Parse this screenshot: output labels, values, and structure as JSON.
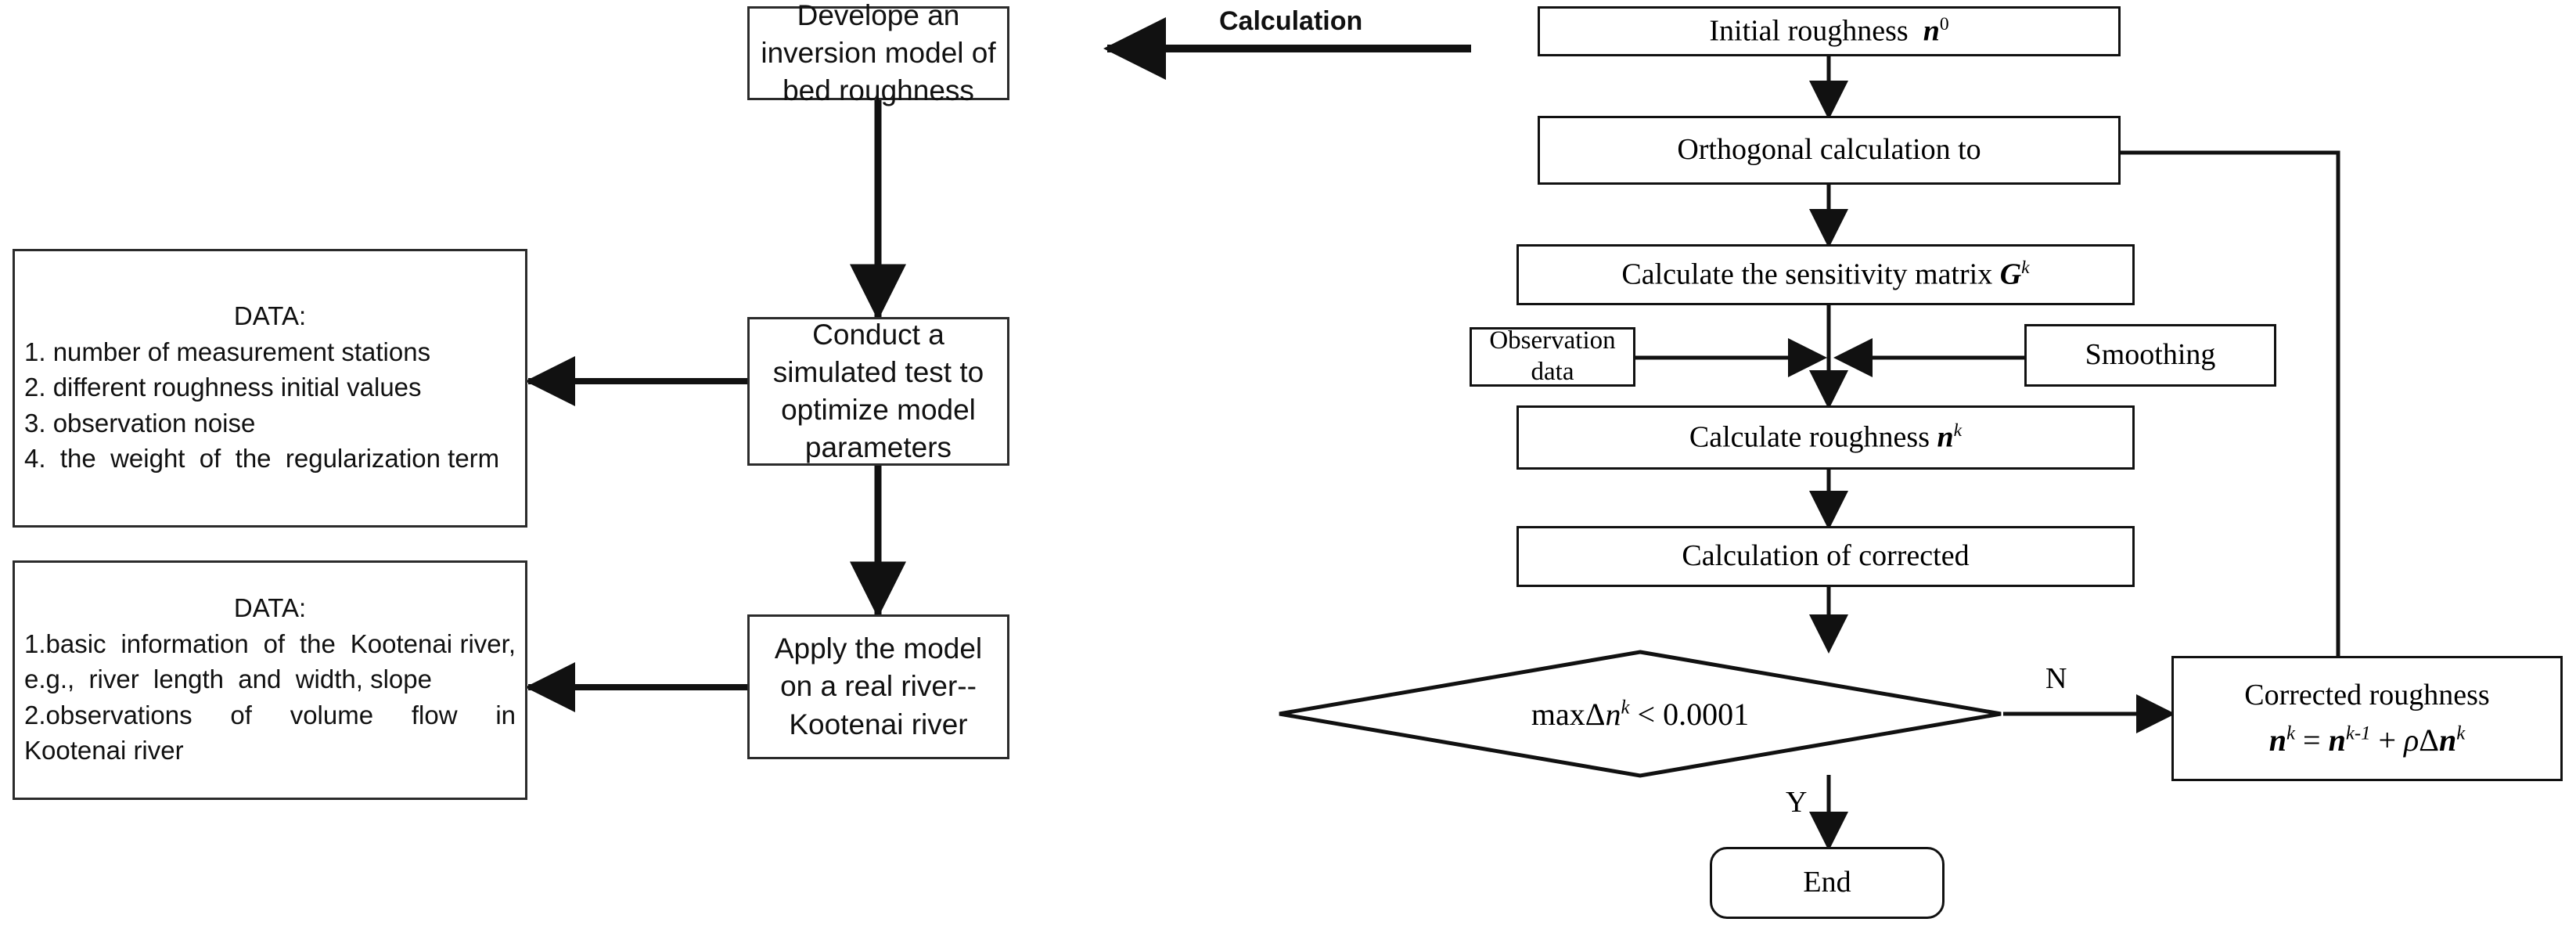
{
  "diagram": {
    "title": "Bed roughness inversion workflow flowchart",
    "calculation_label": "Calculation",
    "left_column": {
      "data_box_1": {
        "title": "DATA:",
        "lines": [
          "1. number of measurement stations",
          "2. different roughness initial values",
          "3. observation noise",
          "4.  the  weight  of  the  regularization term"
        ]
      },
      "data_box_2": {
        "title": "DATA:",
        "lines": [
          "1.basic  information  of  the  Kootenai river,  e.g.,  river  length  and  width, slope",
          "2.observations  of  volume  flow  in Kootenai river"
        ]
      }
    },
    "center_column": {
      "step_1": "Develope an inversion model of bed roughness",
      "step_2": "Conduct a simulated test to optimize model parameters",
      "step_3": "Apply the model on a real river--Kootenai river"
    },
    "right_column": {
      "node_initial": {
        "text": "Initial roughness",
        "var": "n",
        "sup": "0"
      },
      "node_orthogonal": {
        "text": "Orthogonal calculation to"
      },
      "node_sensitivity": {
        "text": "Calculate the sensitivity matrix",
        "var": "G",
        "sup": "k"
      },
      "node_observation": {
        "text": "Observation data"
      },
      "node_smoothing": {
        "text": "Smoothing"
      },
      "node_roughness": {
        "text": "Calculate roughness",
        "var": "n",
        "sup": "k"
      },
      "node_corrected_calc": {
        "text": "Calculation of corrected"
      },
      "decision": {
        "prefix": "max",
        "delta": "Δ",
        "var": "n",
        "sup": "k",
        "operator": "<",
        "threshold": "0.0001",
        "full": "maxΔn k < 0.0001"
      },
      "branch_no": "N",
      "branch_yes": "Y",
      "node_corrected": {
        "title": "Corrected roughness",
        "formula": "n k = n k-1 + ρΔn k",
        "formula_parts": {
          "lhs_var": "n",
          "lhs_sup": "k",
          "equals": "=",
          "rhs_var": "n",
          "rhs_sup": "k-1",
          "plus": "+",
          "rho": "ρ",
          "delta": "Δ",
          "rhs2_var": "n",
          "rhs2_sup": "k"
        }
      },
      "node_end": {
        "text": "End"
      }
    },
    "colors": {
      "line": "#111111",
      "box_border": "#2b2b2b",
      "background": "#ffffff",
      "text": "#111111"
    }
  }
}
